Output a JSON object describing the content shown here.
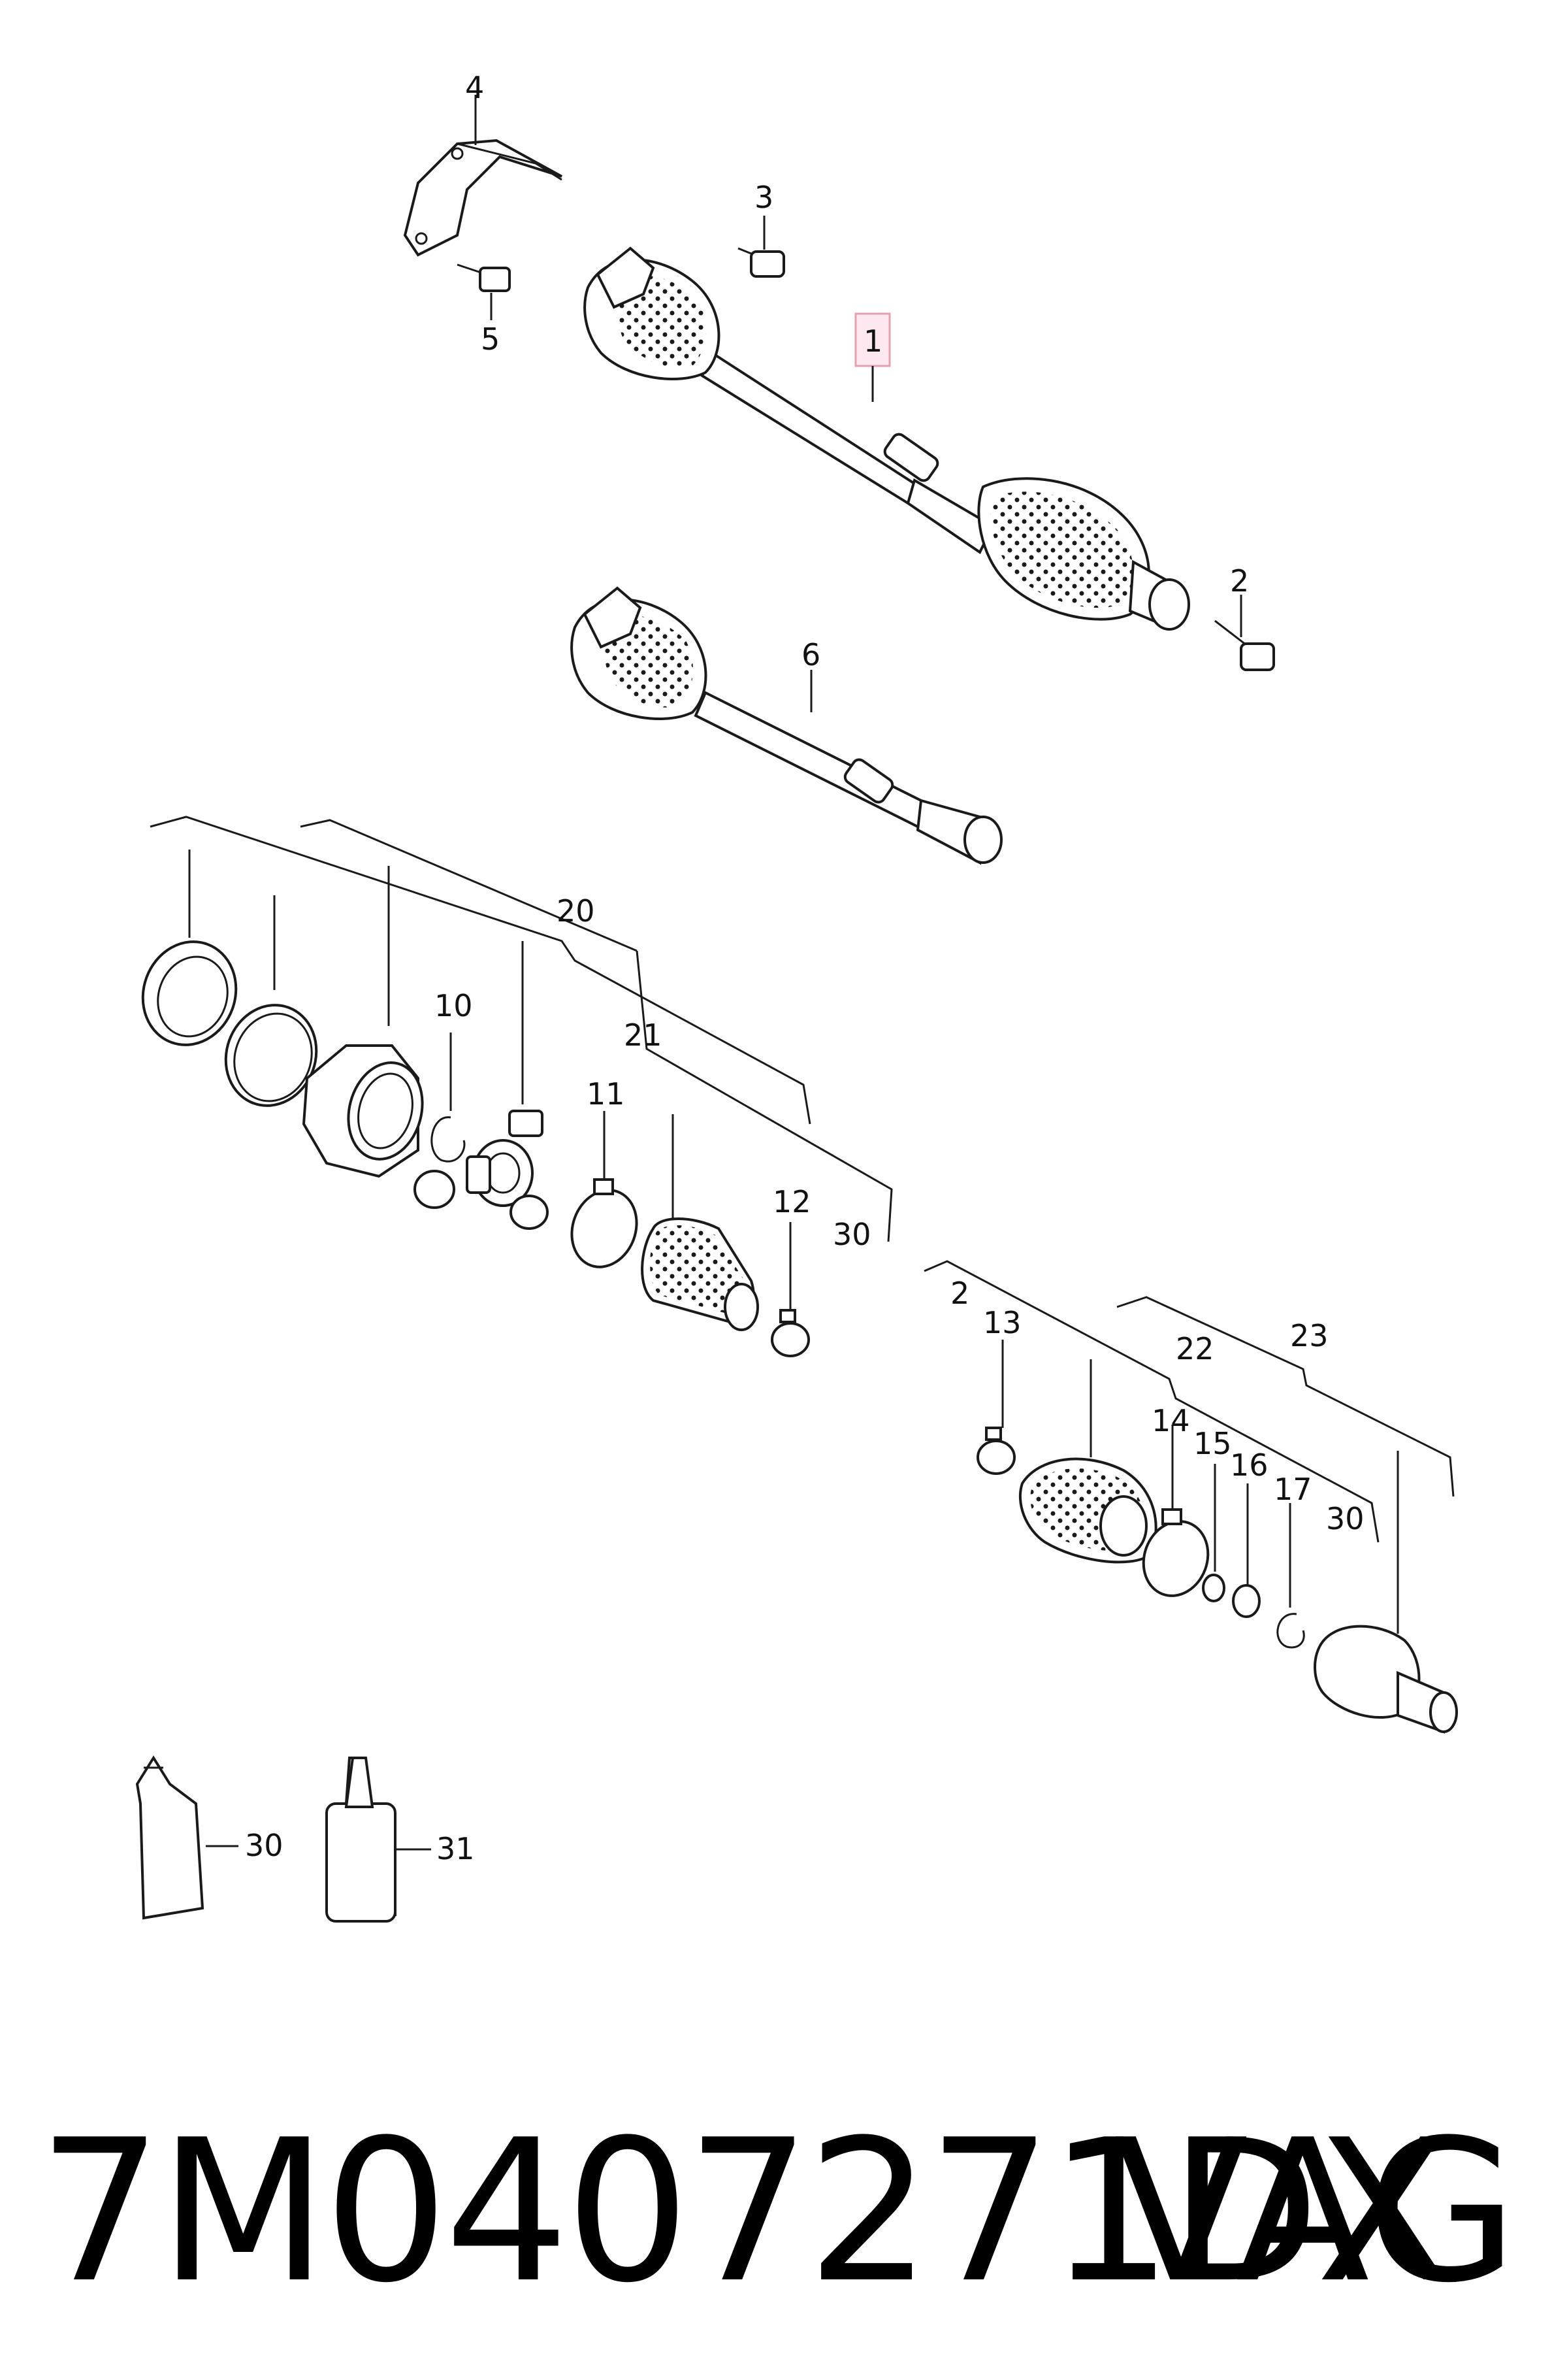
{
  "footer": {
    "part_number": "7M0407271DX",
    "brand": "VAG"
  },
  "highlight_color": "#e8a0b0",
  "callouts": {
    "c1": "1",
    "c2a": "2",
    "c2b": "2",
    "c3": "3",
    "c4": "4",
    "c5": "5",
    "c6": "6",
    "c10": "10",
    "c11": "11",
    "c12": "12",
    "c13": "13",
    "c14": "14",
    "c15": "15",
    "c16": "16",
    "c17": "17",
    "c20": "20",
    "c21": "21",
    "c22": "22",
    "c23": "23",
    "c30a": "30",
    "c30b": "30",
    "c30c": "30",
    "c31": "31"
  }
}
